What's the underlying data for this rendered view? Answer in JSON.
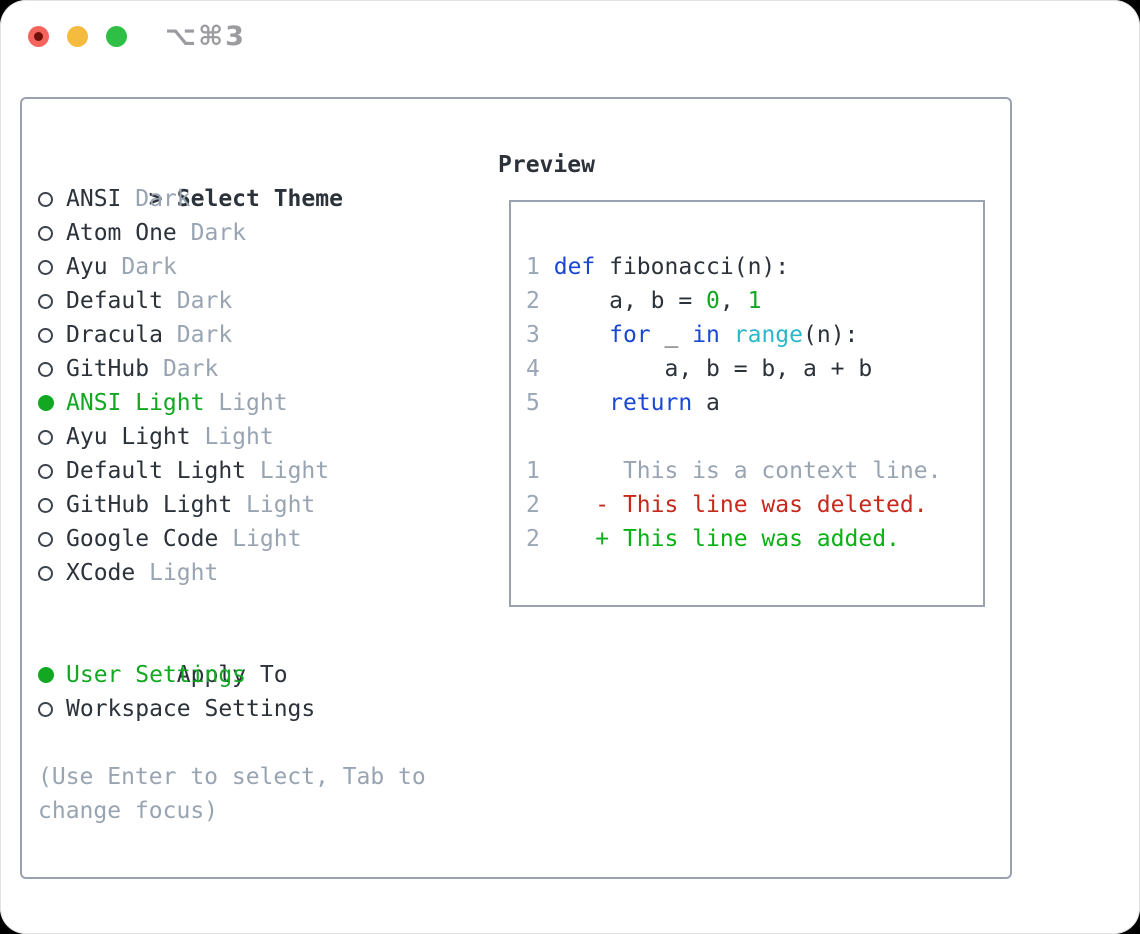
{
  "window": {
    "shortcut_label": "⌥⌘3",
    "controls": [
      {
        "name": "close",
        "color": "#f4645d",
        "dot_color": "#70100a"
      },
      {
        "name": "minimize",
        "color": "#f5bb3f"
      },
      {
        "name": "zoom",
        "color": "#2fbf45"
      }
    ]
  },
  "theme_selector": {
    "cursor": ">",
    "title": "Select Theme",
    "items": [
      {
        "name": "ANSI",
        "variant": "Dark",
        "selected": false
      },
      {
        "name": "Atom One",
        "variant": "Dark",
        "selected": false
      },
      {
        "name": "Ayu",
        "variant": "Dark",
        "selected": false
      },
      {
        "name": "Default",
        "variant": "Dark",
        "selected": false
      },
      {
        "name": "Dracula",
        "variant": "Dark",
        "selected": false
      },
      {
        "name": "GitHub",
        "variant": "Dark",
        "selected": false
      },
      {
        "name": "ANSI Light",
        "variant": "Light",
        "selected": true
      },
      {
        "name": "Ayu Light",
        "variant": "Light",
        "selected": false
      },
      {
        "name": "Default Light",
        "variant": "Light",
        "selected": false
      },
      {
        "name": "GitHub Light",
        "variant": "Light",
        "selected": false
      },
      {
        "name": "Google Code",
        "variant": "Light",
        "selected": false
      },
      {
        "name": "XCode",
        "variant": "Light",
        "selected": false
      }
    ]
  },
  "apply_to": {
    "title": "Apply To",
    "options": [
      {
        "label": "User Settings",
        "selected": true
      },
      {
        "label": "Workspace Settings",
        "selected": false
      }
    ]
  },
  "help_text": "(Use Enter to select, Tab to change focus)",
  "preview": {
    "title": "Preview",
    "code_lines": [
      {
        "num": "1",
        "tokens": [
          [
            "p",
            " "
          ],
          [
            "k",
            "def"
          ],
          [
            "p",
            " fibonacci(n):"
          ]
        ]
      },
      {
        "num": "2",
        "tokens": [
          [
            "p",
            "     a, b = "
          ],
          [
            "n",
            "0"
          ],
          [
            "p",
            ", "
          ],
          [
            "n",
            "1"
          ]
        ]
      },
      {
        "num": "3",
        "tokens": [
          [
            "p",
            "     "
          ],
          [
            "k",
            "for"
          ],
          [
            "p",
            " _ "
          ],
          [
            "k",
            "in"
          ],
          [
            "p",
            " "
          ],
          [
            "b",
            "range"
          ],
          [
            "p",
            "(n):"
          ]
        ]
      },
      {
        "num": "4",
        "tokens": [
          [
            "p",
            "         a, b = b, a + b"
          ]
        ]
      },
      {
        "num": "5",
        "tokens": [
          [
            "p",
            "     "
          ],
          [
            "k",
            "return"
          ],
          [
            "p",
            " a"
          ]
        ]
      }
    ],
    "diff_lines": [
      {
        "num": "1",
        "tokens": [
          [
            "c",
            "      This is a context line."
          ]
        ]
      },
      {
        "num": "2",
        "tokens": [
          [
            "d",
            "    - This line was deleted."
          ]
        ]
      },
      {
        "num": "2",
        "tokens": [
          [
            "a",
            "    + This line was added."
          ]
        ]
      }
    ]
  },
  "colors": {
    "accent": "#12a822",
    "keyword": "#1a47d2",
    "builtin": "#29b7cc",
    "number": "#12a822",
    "deleted": "#c6291c",
    "added": "#0ab114",
    "muted": "#99a4b2",
    "linenum": "#9aa6b6",
    "text": "#2b323a",
    "border": "#98a2b0"
  }
}
